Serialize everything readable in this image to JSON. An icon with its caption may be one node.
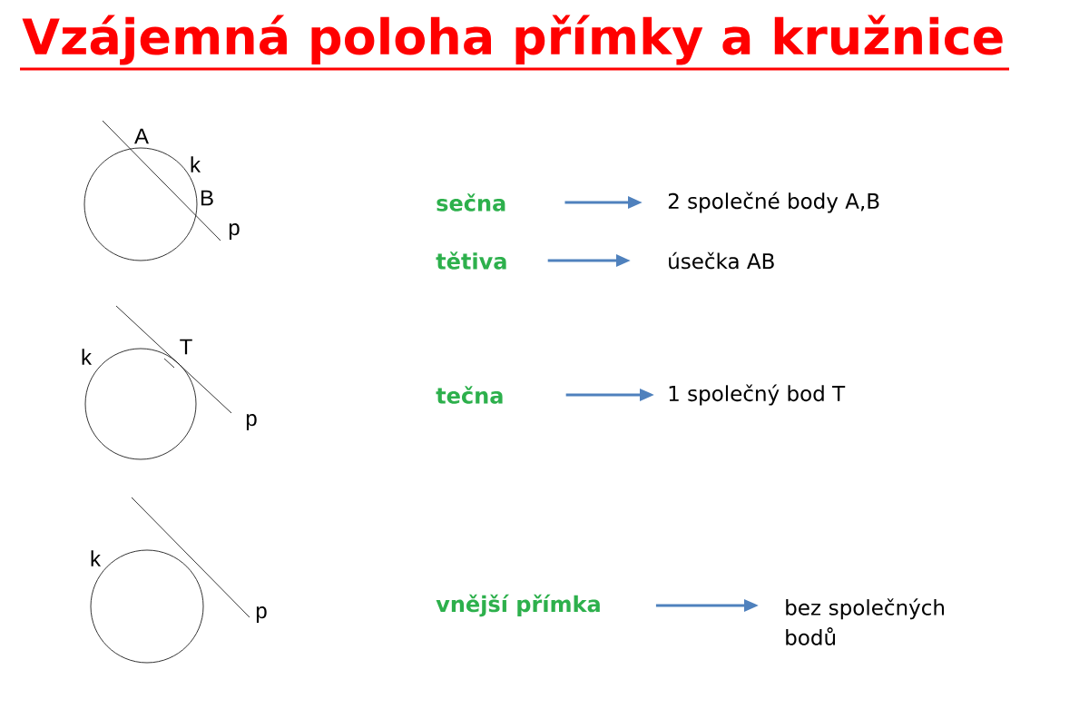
{
  "diagram": {
    "title": "Vzájemná poloha přímky a kružnice",
    "nodes": [
      {
        "text": [
          "sečna"
        ]
      },
      {
        "text": [
          "2 společné body A,B"
        ]
      },
      {
        "text": [
          "tětiva"
        ]
      },
      {
        "text": [
          "úsečka AB"
        ]
      },
      {
        "text": [
          "tečna"
        ]
      },
      {
        "text": [
          "1 společný bod T"
        ]
      },
      {
        "text": [
          "vnější přímka"
        ]
      },
      {
        "text": [
          "bez společných bodů"
        ]
      }
    ],
    "edges": [
      {
        "from": 0,
        "to": 1,
        "arrow": "to"
      },
      {
        "from": 2,
        "to": 3,
        "arrow": "to"
      },
      {
        "from": 4,
        "to": 5,
        "arrow": "to"
      },
      {
        "from": 6,
        "to": 7,
        "arrow": "to"
      }
    ],
    "labels": [
      "A",
      "k",
      "B",
      "p",
      "k",
      "T",
      "p",
      "k",
      "p"
    ]
  }
}
